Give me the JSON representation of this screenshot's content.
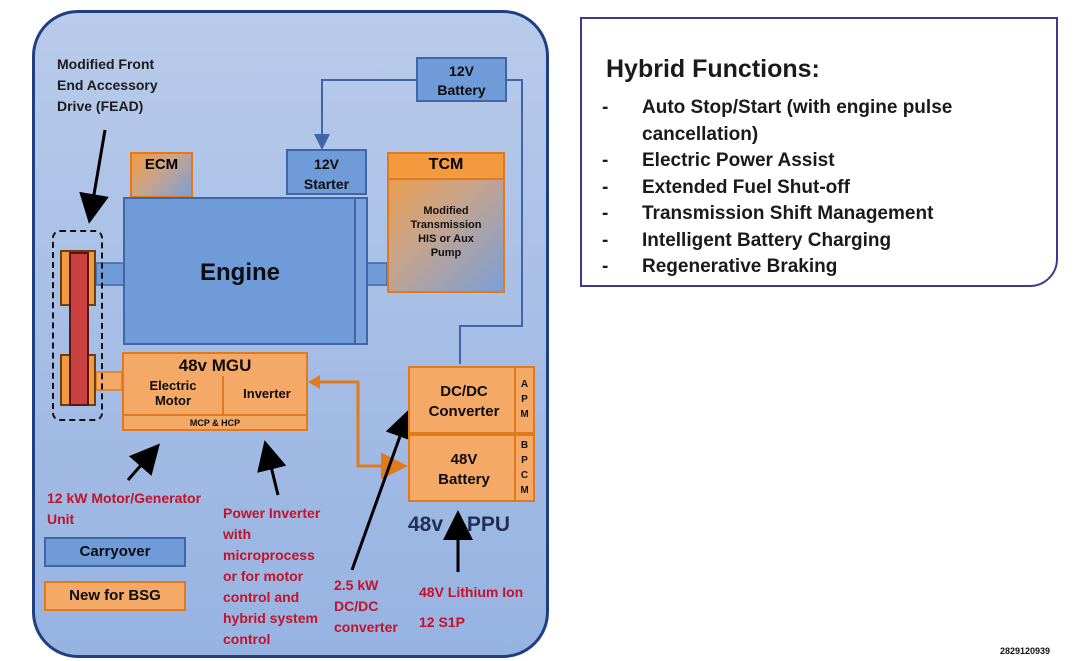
{
  "labels": {
    "fead": [
      "Modified Front",
      "End Accessory",
      "Drive (FEAD)"
    ],
    "ecm": "ECM",
    "starter": [
      "12V",
      "Starter"
    ],
    "battery12": [
      "12V",
      "Battery"
    ],
    "tcm": "TCM",
    "tcm_body": [
      "Modified",
      "Transmission",
      "HIS or Aux",
      "Pump"
    ],
    "engine": "Engine",
    "mgu_title": "48v MGU",
    "electric_motor": [
      "Electric",
      "Motor"
    ],
    "inverter": "Inverter",
    "mcp_hcp": "MCP & HCP",
    "dcdc": [
      "DC/DC",
      "Converter"
    ],
    "apm": [
      "A",
      "P",
      "M"
    ],
    "battery48": [
      "48V",
      "Battery"
    ],
    "bpcm": [
      "B",
      "P",
      "C",
      "M"
    ],
    "ppu": "48v PPU",
    "motor_gen": [
      "12 kW Motor/Generator",
      "Unit"
    ],
    "power_inverter": [
      "Power Inverter",
      "with",
      "microprocess",
      "or for motor",
      "control and",
      "hybrid system",
      "control"
    ],
    "dcdc_note": [
      "2.5 kW",
      "DC/DC",
      "converter"
    ],
    "lithium": [
      "48V Lithium Ion",
      "12 S1P"
    ],
    "legend_carryover": "Carryover",
    "legend_new": "New for BSG",
    "figure_id": "2829120939"
  },
  "hybrid": {
    "title": "Hybrid Functions:",
    "items": [
      {
        "dash": "-",
        "lines": [
          "Auto Stop/Start  (with engine pulse",
          "cancellation)"
        ]
      },
      {
        "dash": "-",
        "lines": [
          "Electric Power Assist"
        ]
      },
      {
        "dash": "-",
        "lines": [
          "Extended Fuel Shut-off"
        ]
      },
      {
        "dash": "-",
        "lines": [
          "Transmission Shift Management"
        ]
      },
      {
        "dash": "-",
        "lines": [
          "Intelligent Battery Charging"
        ]
      },
      {
        "dash": "-",
        "lines": [
          "Regenerative Braking"
        ]
      }
    ]
  },
  "colors": {
    "carryover": "#6f9bd8",
    "new_for_bsg": "#f4a966",
    "panel_border": "#1f3f82",
    "label_red": "#c3122a"
  }
}
